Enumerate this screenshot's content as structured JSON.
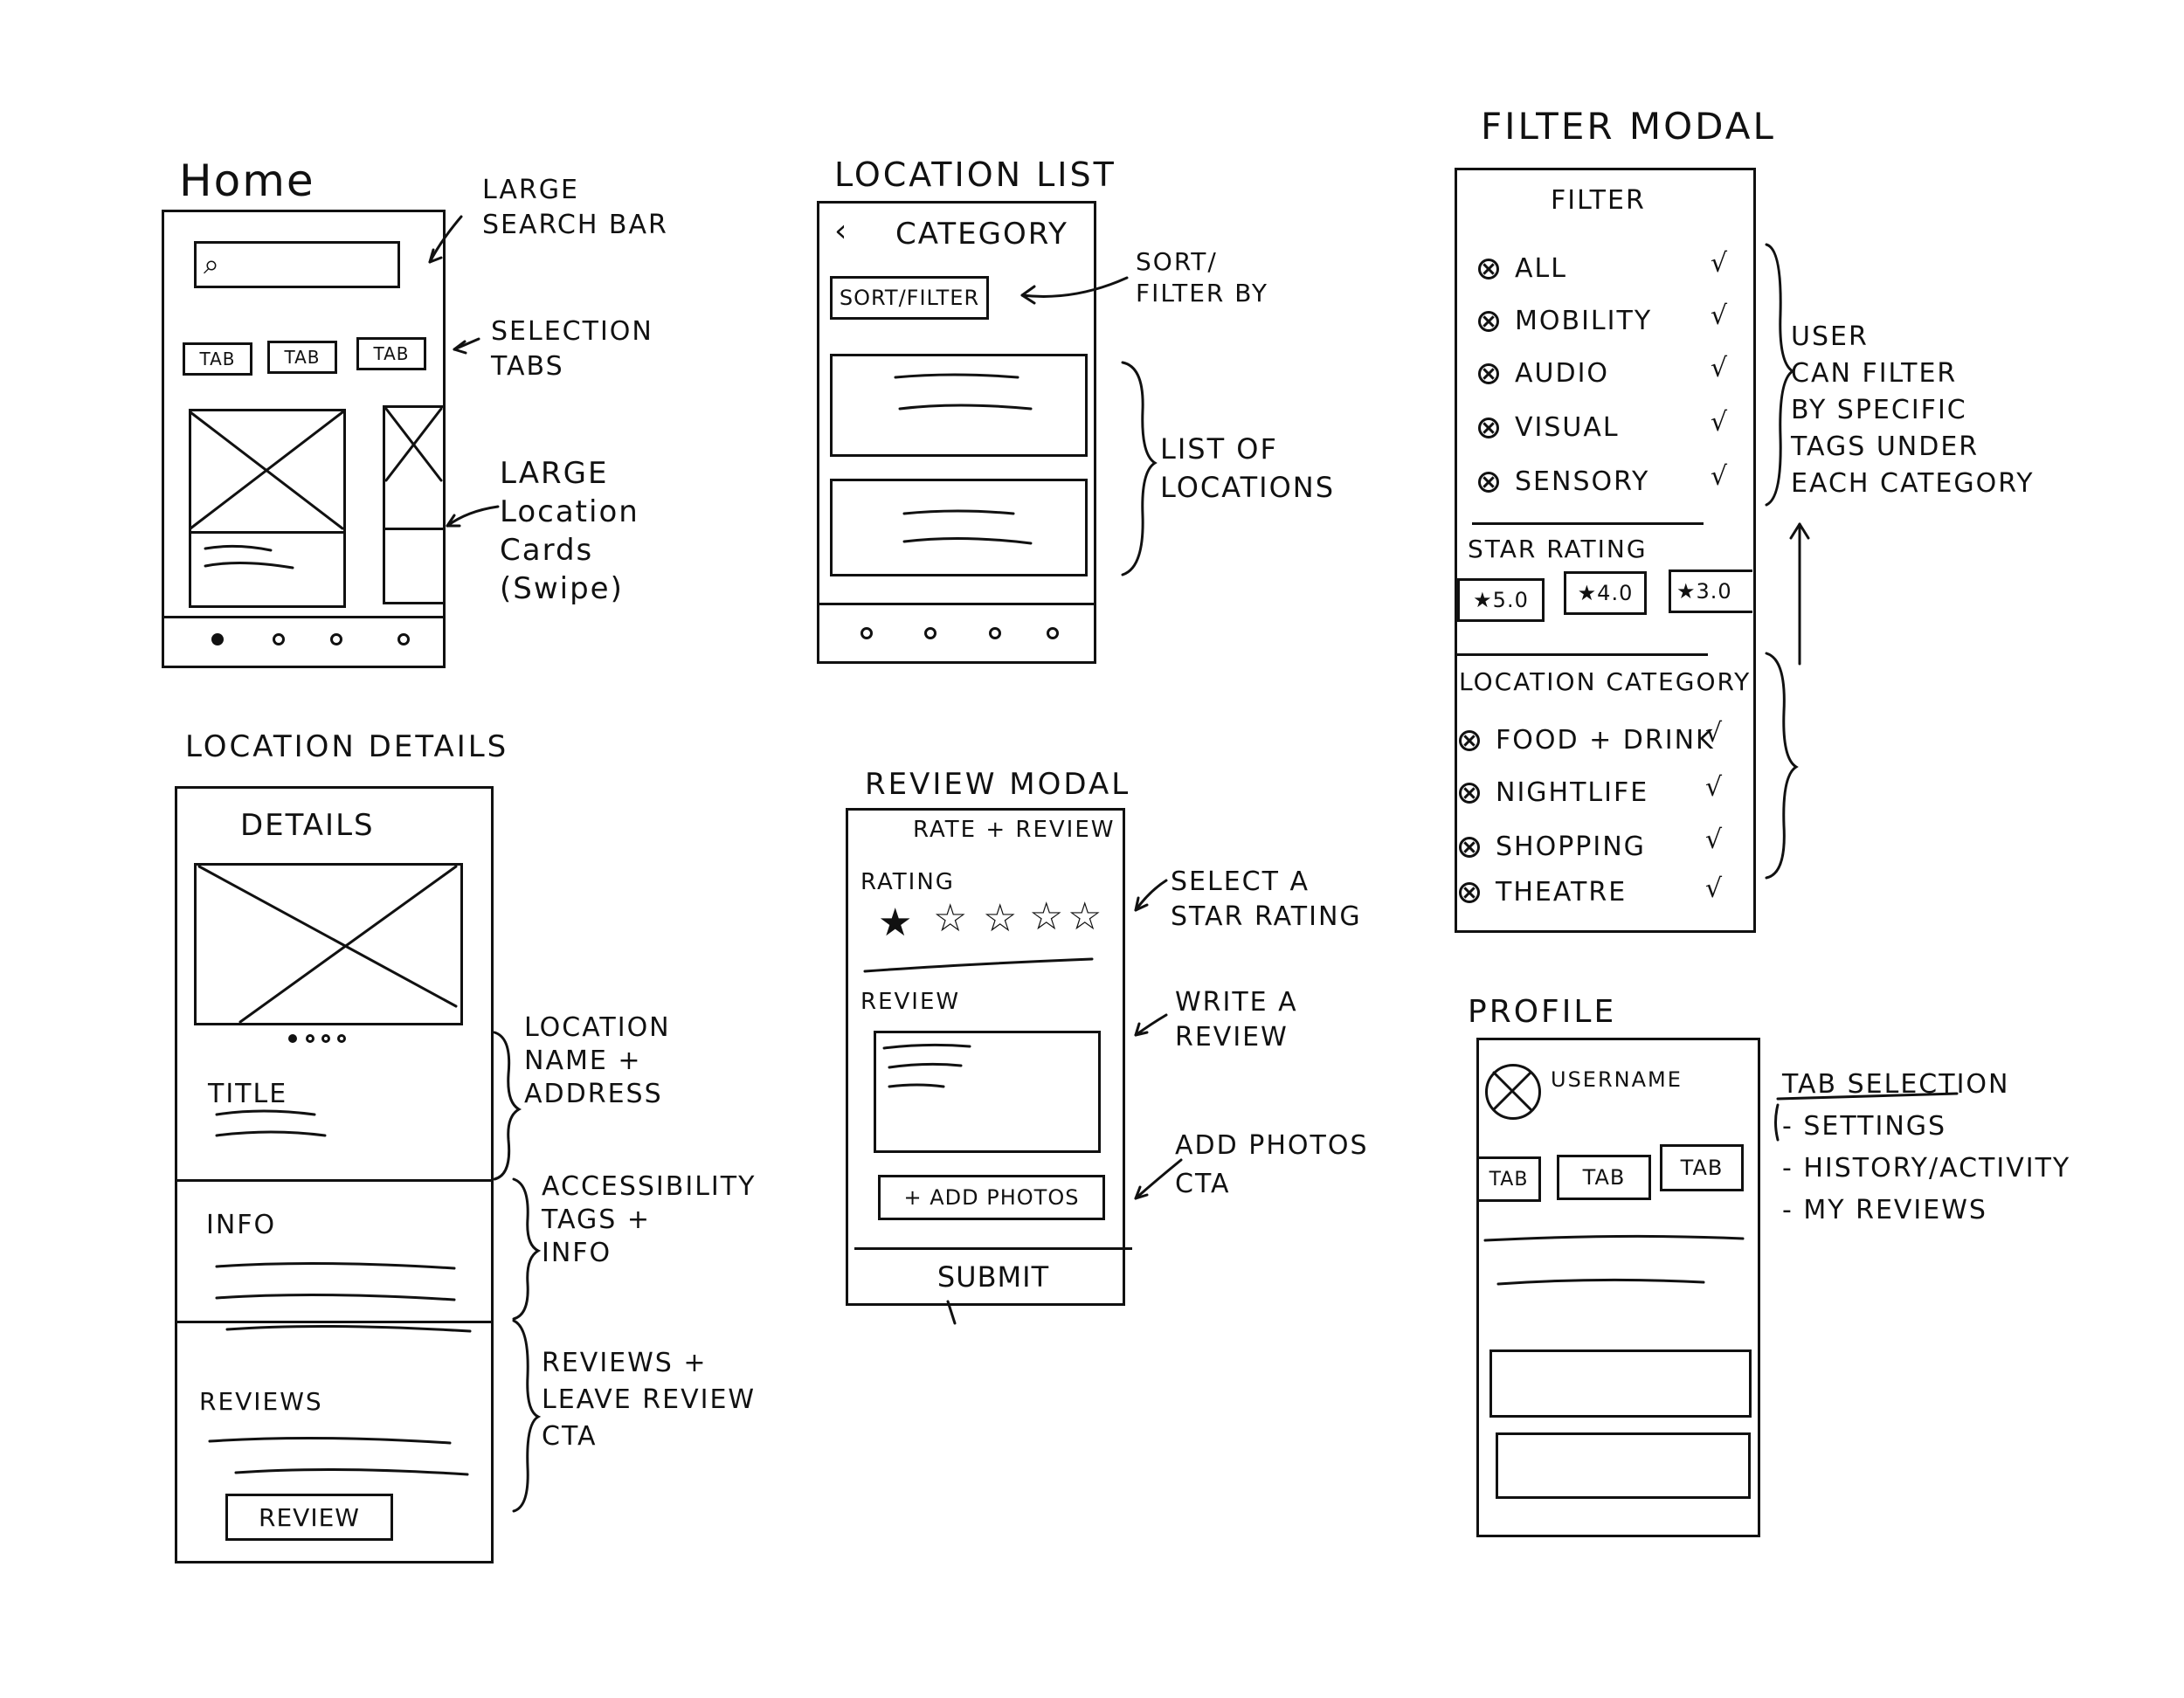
{
  "home": {
    "title": "Home",
    "tabs": [
      "TAB",
      "TAB",
      "TAB"
    ],
    "annotations": {
      "search": [
        "LARGE",
        "SEARCH BAR"
      ],
      "tabs": [
        "SELECTION",
        "TABS"
      ],
      "cards": [
        "LARGE",
        "Location",
        "Cards",
        "(Swipe)"
      ]
    }
  },
  "location_list": {
    "title": "LOCATION LIST",
    "back_glyph": "‹",
    "header": "CATEGORY",
    "sort_filter_label": "SORT/FILTER",
    "annotations": {
      "sort": [
        "SORT/",
        "FILTER BY"
      ],
      "list": [
        "LIST OF",
        "LOCATIONS"
      ]
    }
  },
  "filter_modal": {
    "title": "FILTER MODAL",
    "header": "FILTER",
    "filters": [
      "ALL",
      "MOBILITY",
      "AUDIO",
      "VISUAL",
      "SENSORY"
    ],
    "check_glyph": "√",
    "star_rating_label": "STAR RATING",
    "ratings": [
      "5.0",
      "4.0",
      "3.0"
    ],
    "star_glyph": "★",
    "location_category_label": "LOCATION CATEGORY",
    "categories": [
      "FOOD + DRINK",
      "NIGHTLIFE",
      "SHOPPING",
      "THEATRE"
    ],
    "annotation": [
      "USER",
      "CAN FILTER",
      "BY SPECIFIC",
      "TAGS UNDER",
      "EACH CATEGORY"
    ]
  },
  "location_details": {
    "title": "LOCATION DETAILS",
    "header": "DETAILS",
    "section_title": "TITLE",
    "section_info": "INFO",
    "section_reviews": "REVIEWS",
    "review_button": "REVIEW",
    "annotations": {
      "name": [
        "LOCATION",
        "NAME +",
        "ADDRESS"
      ],
      "tags": [
        "ACCESSIBILITY",
        "TAGS +",
        "INFO"
      ],
      "reviews": [
        "REVIEWS +",
        "LEAVE REVIEW",
        "CTA"
      ]
    }
  },
  "review_modal": {
    "title": "REVIEW MODAL",
    "header": "RATE + REVIEW",
    "rating_label": "RATING",
    "review_label": "REVIEW",
    "add_photos_label": "+ ADD PHOTOS",
    "submit_label": "SUBMIT",
    "annotations": {
      "rating": [
        "SELECT A",
        "STAR RATING"
      ],
      "review": [
        "WRITE A",
        "REVIEW"
      ],
      "photos": [
        "ADD PHOTOS",
        "CTA"
      ]
    }
  },
  "profile": {
    "title": "PROFILE",
    "username": "USERNAME",
    "tabs": [
      "TAB",
      "TAB",
      "TAB"
    ],
    "annotation_title": "TAB SELECTION",
    "annotation_items": [
      "- SETTINGS",
      "- HISTORY/ACTIVITY",
      "- MY REVIEWS"
    ]
  }
}
